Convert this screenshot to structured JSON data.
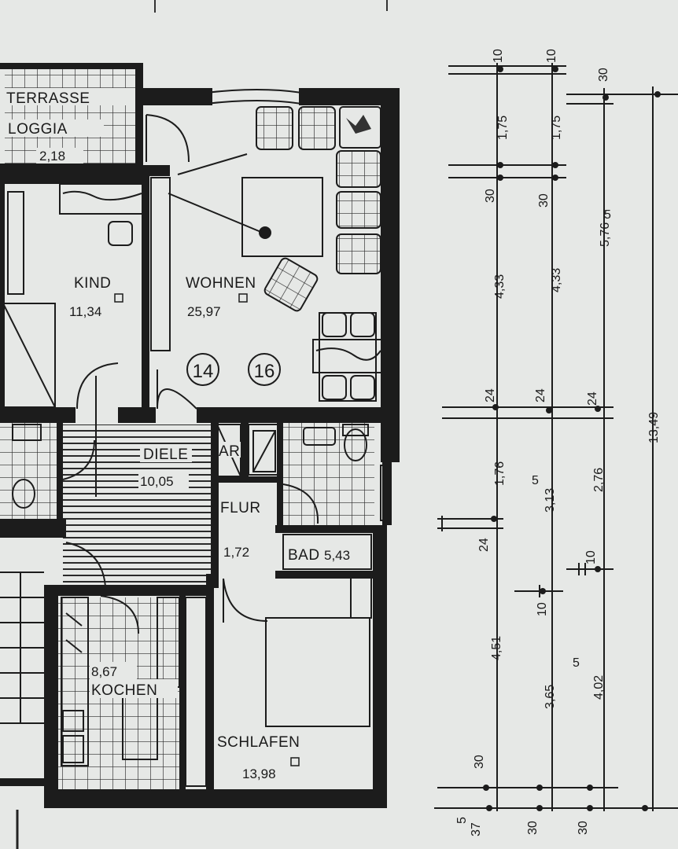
{
  "rooms": {
    "terrasse": {
      "name_line1": "TERRASSE",
      "name_line2": "LOGGIA",
      "area": "2,18"
    },
    "kind": {
      "name": "KIND",
      "area": "11,34"
    },
    "wohnen": {
      "name": "WOHNEN",
      "area": "25,97"
    },
    "diele": {
      "name": "DIELE",
      "area": "10,05"
    },
    "ar": {
      "name": "AR"
    },
    "flur": {
      "name": "FLUR",
      "area": "1,72"
    },
    "bad": {
      "name": "BAD",
      "area": "5,43"
    },
    "kochen": {
      "name": "KOCHEN",
      "area": "8,67"
    },
    "schlafen": {
      "name": "SCHLAFEN",
      "area": "13,98"
    }
  },
  "unit_numbers": [
    "14",
    "16"
  ],
  "dimensions": {
    "chain_a": [
      "10",
      "1,75",
      "30",
      "4,33",
      "24",
      "1,76",
      "24",
      "4,51",
      "30",
      "5",
      "37"
    ],
    "chain_b": [
      "10",
      "1,75",
      "30",
      "4,33",
      "24",
      "5",
      "3,13",
      "10",
      "3,65",
      "30"
    ],
    "chain_c": [
      "30",
      "5",
      "5,76",
      "24",
      "2,76",
      "10",
      "5",
      "4,02",
      "30"
    ],
    "overall": "13,49"
  },
  "colors": {
    "ink": "#1c1c1c",
    "paper": "#e6e8e6"
  }
}
